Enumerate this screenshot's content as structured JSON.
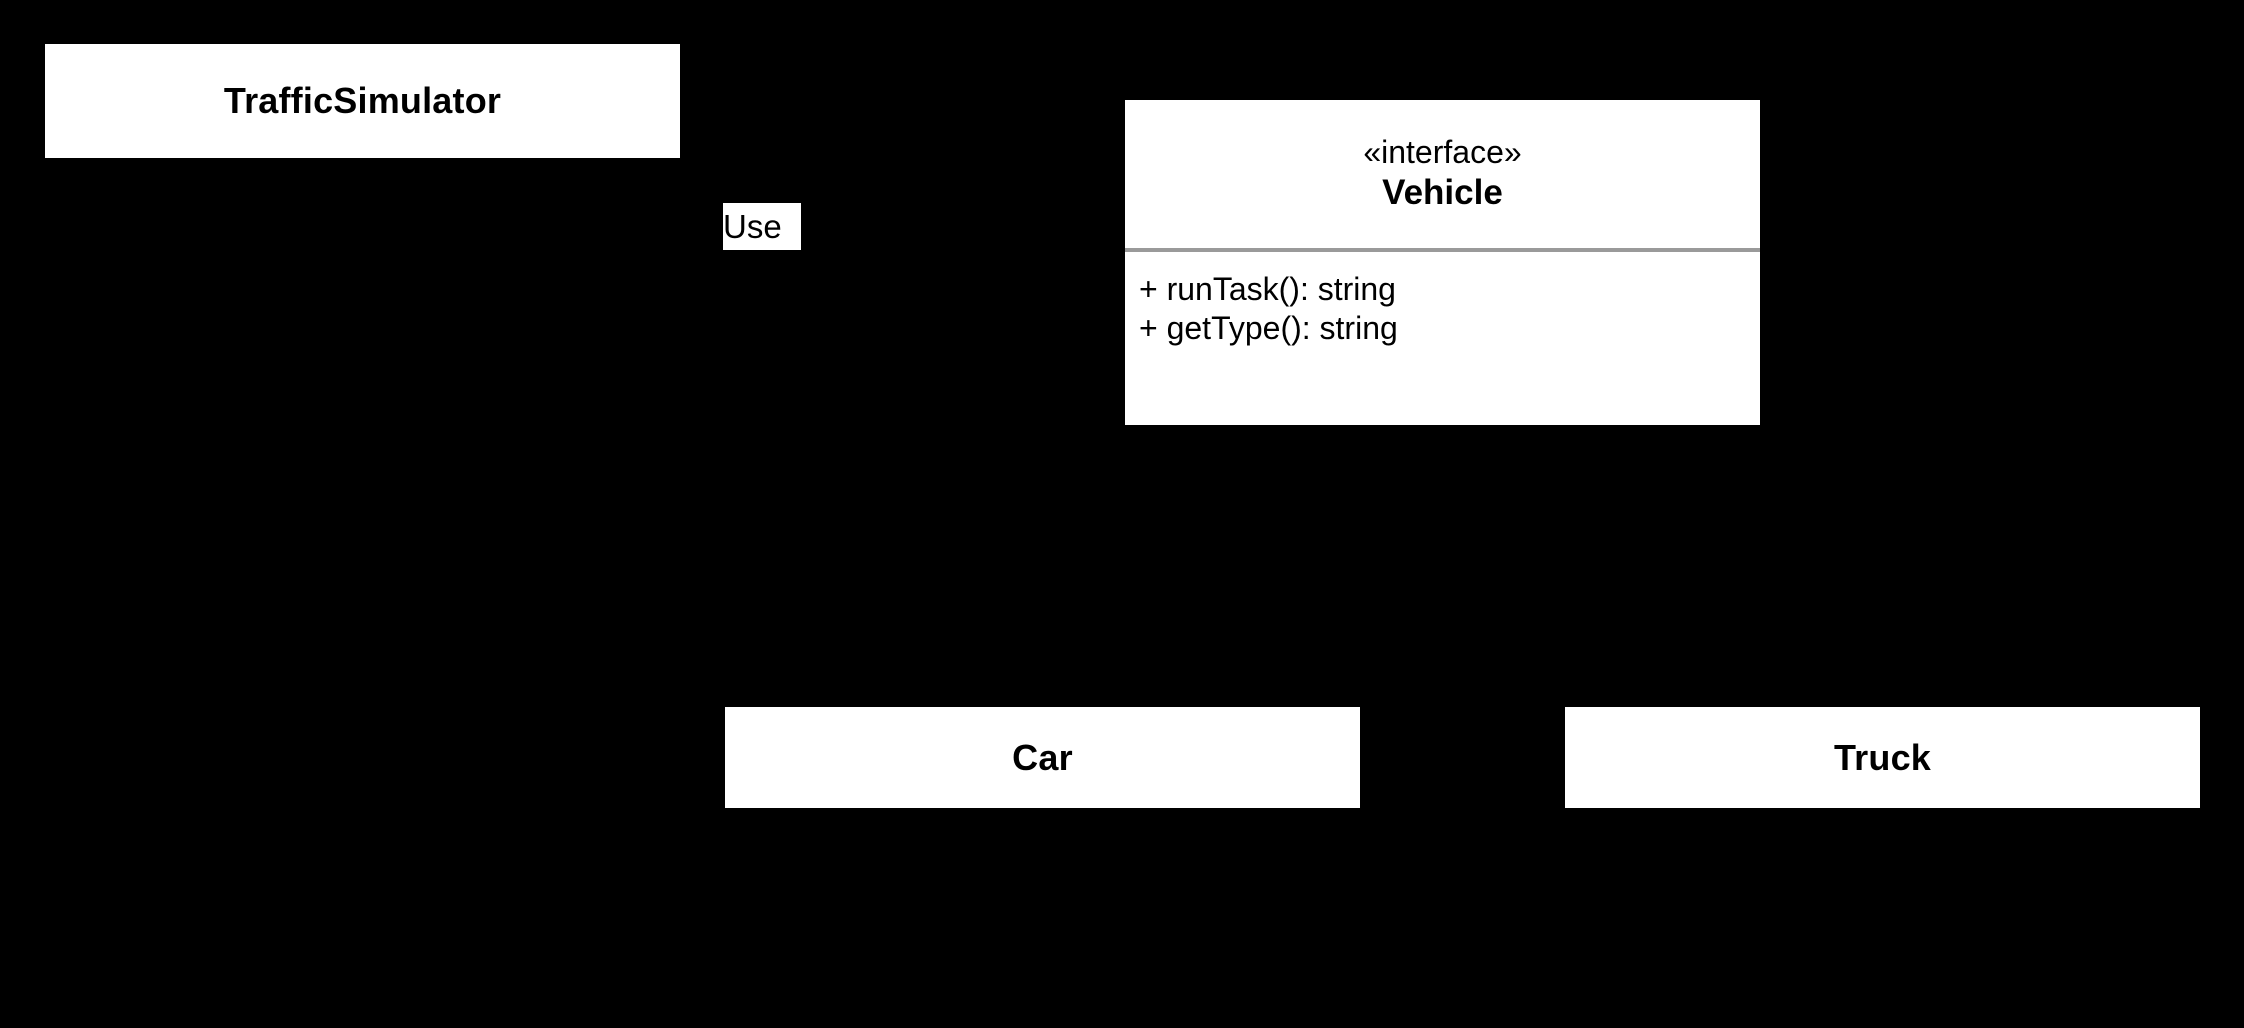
{
  "diagram": {
    "type": "uml-class-diagram",
    "background_color": "#000000",
    "node_fill_color": "#ffffff",
    "text_color": "#000000",
    "divider_color": "#9a9a9a"
  },
  "nodes": {
    "traffic_simulator": {
      "name": "TrafficSimulator",
      "kind": "class"
    },
    "vehicle": {
      "stereotype": "«interface»",
      "name": "Vehicle",
      "kind": "interface",
      "members": [
        "+ runTask(): string",
        "+ getType(): string"
      ]
    },
    "car": {
      "name": "Car",
      "kind": "class"
    },
    "truck": {
      "name": "Truck",
      "kind": "class"
    }
  },
  "edges": {
    "uses": {
      "label": "Use",
      "from": "traffic_simulator",
      "to": "vehicle",
      "kind": "dependency"
    },
    "car_realizes_vehicle": {
      "label": "",
      "from": "car",
      "to": "vehicle",
      "kind": "realization"
    },
    "truck_realizes_vehicle": {
      "label": "",
      "from": "truck",
      "to": "vehicle",
      "kind": "realization"
    }
  }
}
